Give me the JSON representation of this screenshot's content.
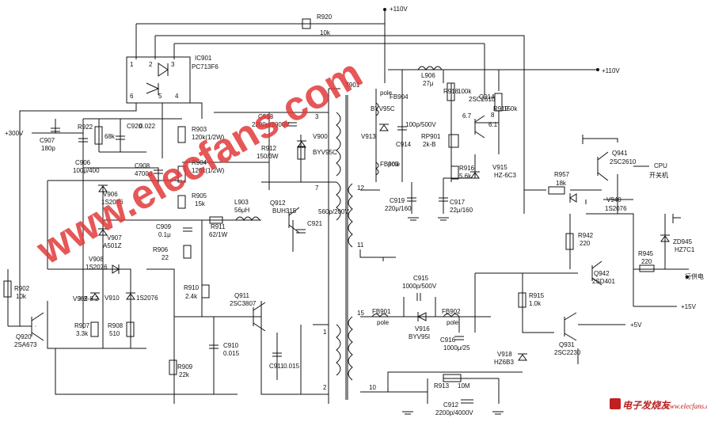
{
  "rails": {
    "v110_top": "+110V",
    "v110_right": "+110V",
    "v300": "+300V",
    "v15": "+15V",
    "v5": "+5V"
  },
  "outputs": {
    "cpu": "CPU",
    "switch": "开关机",
    "hsupply": "行供电"
  },
  "ic": {
    "ref": "IC901",
    "part": "PC713F6",
    "pins": [
      "1",
      "2",
      "3",
      "4",
      "5",
      "6"
    ]
  },
  "transformer": {
    "ref": "T901",
    "pins": [
      "3",
      "7",
      "12",
      "11",
      "1",
      "15",
      "2",
      "10"
    ]
  },
  "components": [
    {
      "ref": "R920",
      "val": "10k"
    },
    {
      "ref": "C907",
      "val": "180p"
    },
    {
      "ref": "R922",
      "val": "68k"
    },
    {
      "ref": "C920",
      "val": "0.022"
    },
    {
      "ref": "R903",
      "val": "120k(1/2W)"
    },
    {
      "ref": "C913",
      "val": "2200p/2000V"
    },
    {
      "ref": "R912",
      "val": "150/3W"
    },
    {
      "ref": "V900",
      "val": "BYV95C"
    },
    {
      "ref": "C906",
      "val": "100μ/400"
    },
    {
      "ref": "C908",
      "val": "4700p"
    },
    {
      "ref": "R904",
      "val": "120k(1/2W)"
    },
    {
      "ref": "V906",
      "val": "1S2076"
    },
    {
      "ref": "R905",
      "val": "15k"
    },
    {
      "ref": "L903",
      "val": "56μH"
    },
    {
      "ref": "Q912",
      "val": "BUH315"
    },
    {
      "ref": "C921",
      "val": "560p/200V"
    },
    {
      "ref": "C909",
      "val": "0.1μ"
    },
    {
      "ref": "V907",
      "val": "A501Z"
    },
    {
      "ref": "R911",
      "val": "62/1W"
    },
    {
      "ref": "R906",
      "val": "22"
    },
    {
      "ref": "V908",
      "val": "1S2076"
    },
    {
      "ref": "R902",
      "val": "10k"
    },
    {
      "ref": "V909",
      "val": "HZ-8.2"
    },
    {
      "ref": "V910",
      "val": "1S2076"
    },
    {
      "ref": "R910",
      "val": "2.4k"
    },
    {
      "ref": "Q911",
      "val": "2SC3807"
    },
    {
      "ref": "R907",
      "val": "3.3k"
    },
    {
      "ref": "R908",
      "val": "510"
    },
    {
      "ref": "Q920",
      "val": "2SA673"
    },
    {
      "ref": "C910",
      "val": "0.015"
    },
    {
      "ref": "C911",
      "val": "0.015"
    },
    {
      "ref": "R909",
      "val": "22k"
    },
    {
      "ref": "V913",
      "val": "BYV95C"
    },
    {
      "ref": "FB904",
      "val": "pole"
    },
    {
      "ref": "FB903",
      "val": "pole"
    },
    {
      "ref": "C914",
      "val": "100p/500V"
    },
    {
      "ref": "L906",
      "val": "27μ"
    },
    {
      "ref": "R918",
      "val": "100k"
    },
    {
      "ref": "Q914",
      "val": "2SC2610"
    },
    {
      "ref": "R919",
      "val": "150k"
    },
    {
      "ref": "RP901",
      "val": "2k-B"
    },
    {
      "ref": "R916",
      "val": "5.6k"
    },
    {
      "ref": "V915",
      "val": "HZ-6C3"
    },
    {
      "ref": "C919",
      "val": "220μ/160"
    },
    {
      "ref": "C917",
      "val": "22μ/160"
    },
    {
      "ref": "Q941",
      "val": "2SC2610"
    },
    {
      "ref": "R957",
      "val": "18k"
    },
    {
      "ref": "V940",
      "val": "1S2076"
    },
    {
      "ref": "R942",
      "val": "220"
    },
    {
      "ref": "Q942",
      "val": "2SD401"
    },
    {
      "ref": "R945",
      "val": "220"
    },
    {
      "ref": "ZD945",
      "val": "HZ7C1"
    },
    {
      "ref": "C915",
      "val": "1000p/500V"
    },
    {
      "ref": "FB901",
      "val": "pole"
    },
    {
      "ref": "V916",
      "val": "BYV95I"
    },
    {
      "ref": "FB902",
      "val": "pole"
    },
    {
      "ref": "C916",
      "val": "1000μ/25"
    },
    {
      "ref": "R915",
      "val": "1.0k"
    },
    {
      "ref": "Q931",
      "val": "2SC2230"
    },
    {
      "ref": "V918",
      "val": "HZ6B3"
    },
    {
      "ref": "R913",
      "val": "10M"
    },
    {
      "ref": "C912",
      "val": "2200p/4000V"
    }
  ],
  "node_labels": [
    "6.7",
    "8",
    "6.1"
  ],
  "watermark": {
    "main": "www.elecfans.com",
    "brand": "电子发烧友",
    "brand_url": "www.elecfans.com"
  }
}
